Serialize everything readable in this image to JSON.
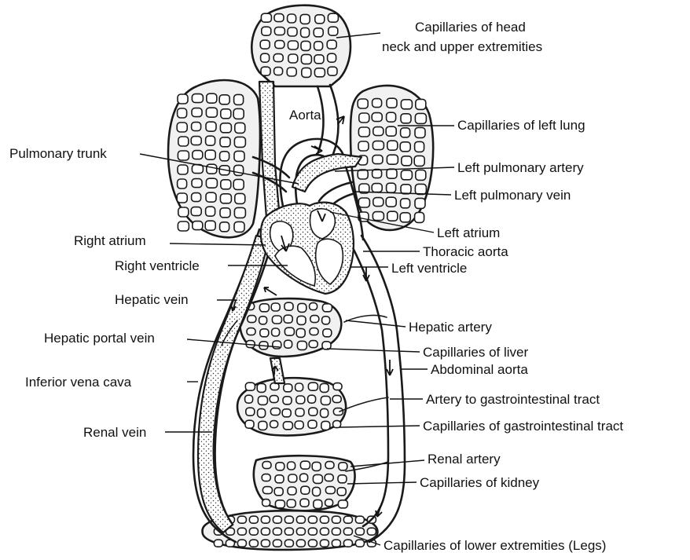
{
  "diagram": {
    "labels": {
      "capillaries_head": [
        "Capillaries of head",
        "neck and upper extremities"
      ],
      "aorta": "Aorta",
      "capillaries_left_lung": "Capillaries of left lung",
      "pulmonary_trunk": "Pulmonary trunk",
      "left_pulmonary_artery": "Left pulmonary artery",
      "left_pulmonary_vein": "Left pulmonary vein",
      "right_atrium": "Right atrium",
      "left_atrium": "Left atrium",
      "right_ventricle": "Right ventricle",
      "thoracic_aorta": "Thoracic aorta",
      "left_ventricle": "Left ventricle",
      "hepatic_vein": "Hepatic vein",
      "hepatic_artery": "Hepatic artery",
      "hepatic_portal_vein": "Hepatic portal vein",
      "capillaries_liver": "Capillaries of liver",
      "abdominal_aorta": "Abdominal aorta",
      "inferior_vena_cava": "Inferior vena cava",
      "artery_gi_tract": "Artery to gastrointestinal tract",
      "renal_vein": "Renal vein",
      "capillaries_gi_tract": "Capillaries of gastrointestinal tract",
      "renal_artery": "Renal artery",
      "capillaries_kidney": "Capillaries of kidney",
      "capillaries_lower_extremities": "Capillaries of lower extremities (Legs)"
    }
  }
}
